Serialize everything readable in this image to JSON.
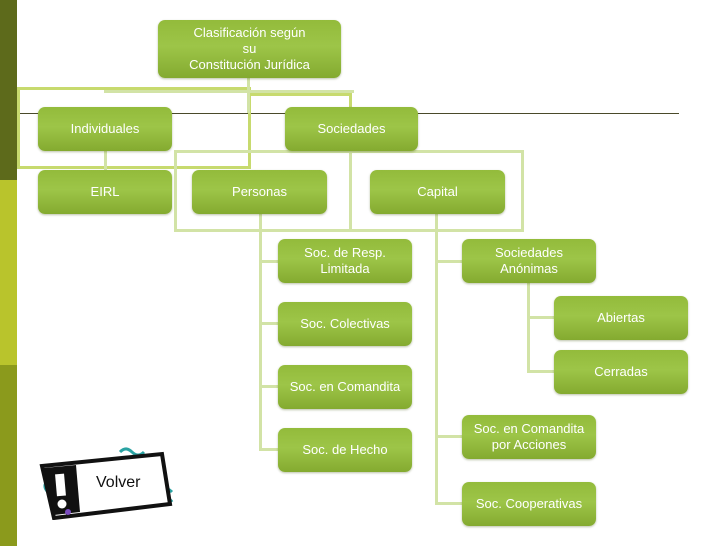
{
  "colors": {
    "node_fill": "#93bb3b",
    "connector": "#d2e3a6",
    "strip_dark": "#5d6a1b",
    "strip_light": "#b9c42c"
  },
  "root": {
    "label": "Clasificación según\nsu\nConstitución Jurídica"
  },
  "level1": {
    "individuales": "Individuales",
    "sociedades": "Sociedades"
  },
  "level2": {
    "eirl": "EIRL",
    "personas": "Personas",
    "capital": "Capital"
  },
  "personas_children": [
    "Soc. de Resp.\nLimitada",
    "Soc. Colectivas",
    "Soc. en Comandita",
    "Soc. de Hecho"
  ],
  "capital_children": {
    "anonimas": "Sociedades\nAnónimas",
    "comandita_acciones": "Soc. en Comandita\npor Acciones",
    "cooperativas": "Soc. Cooperativas"
  },
  "anonimas_children": {
    "abiertas": "Abiertas",
    "cerradas": "Cerradas"
  },
  "volver_button": {
    "label": "Volver",
    "icon": "exclamation-sign-icon"
  }
}
